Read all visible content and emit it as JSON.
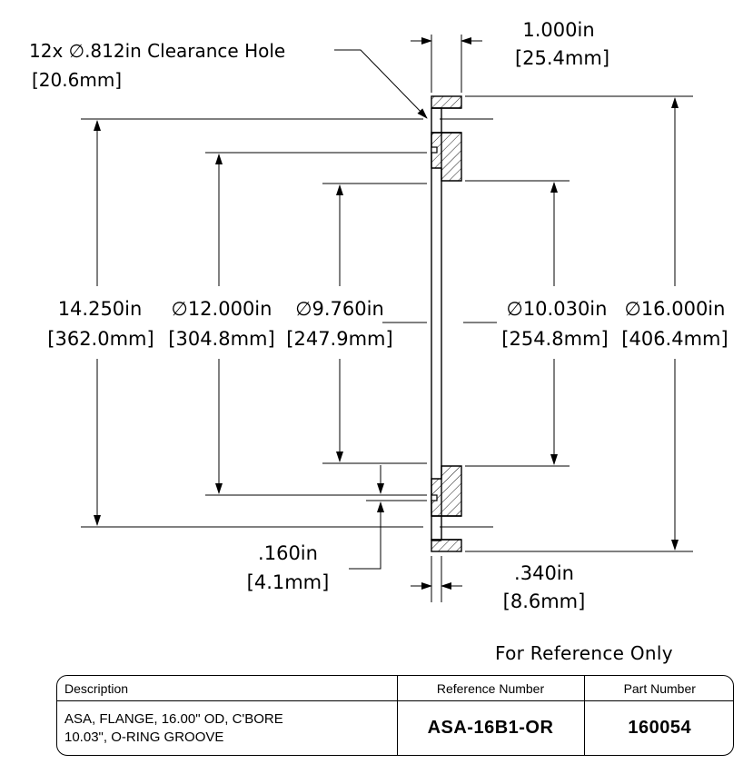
{
  "dimensions": {
    "clearance_hole": {
      "text": "12x ∅.812in Clearance Hole",
      "metric": "[20.6mm]"
    },
    "thickness": {
      "text": "1.000in",
      "metric": "[25.4mm]"
    },
    "bolt_circle": {
      "text": "14.250in",
      "metric": "[362.0mm]"
    },
    "groove_outer": {
      "text": "∅12.000in",
      "metric": "[304.8mm]"
    },
    "groove_inner": {
      "text": "∅9.760in",
      "metric": "[247.9mm]"
    },
    "counterbore": {
      "text": "∅10.030in",
      "metric": "[254.8mm]"
    },
    "outer_diameter": {
      "text": "∅16.000in",
      "metric": "[406.4mm]"
    },
    "groove_width": {
      "text": ".160in",
      "metric": "[4.1mm]"
    },
    "counterbore_depth": {
      "text": ".340in",
      "metric": "[8.6mm]"
    }
  },
  "reference_note": "For Reference Only",
  "title_block": {
    "headers": {
      "description": "Description",
      "reference": "Reference Number",
      "part": "Part Number"
    },
    "description_line1": "ASA, FLANGE, 16.00\" OD, C'BORE",
    "description_line2": "10.03\", O-RING GROOVE",
    "reference_number": "ASA-16B1-OR",
    "part_number": "160054"
  }
}
